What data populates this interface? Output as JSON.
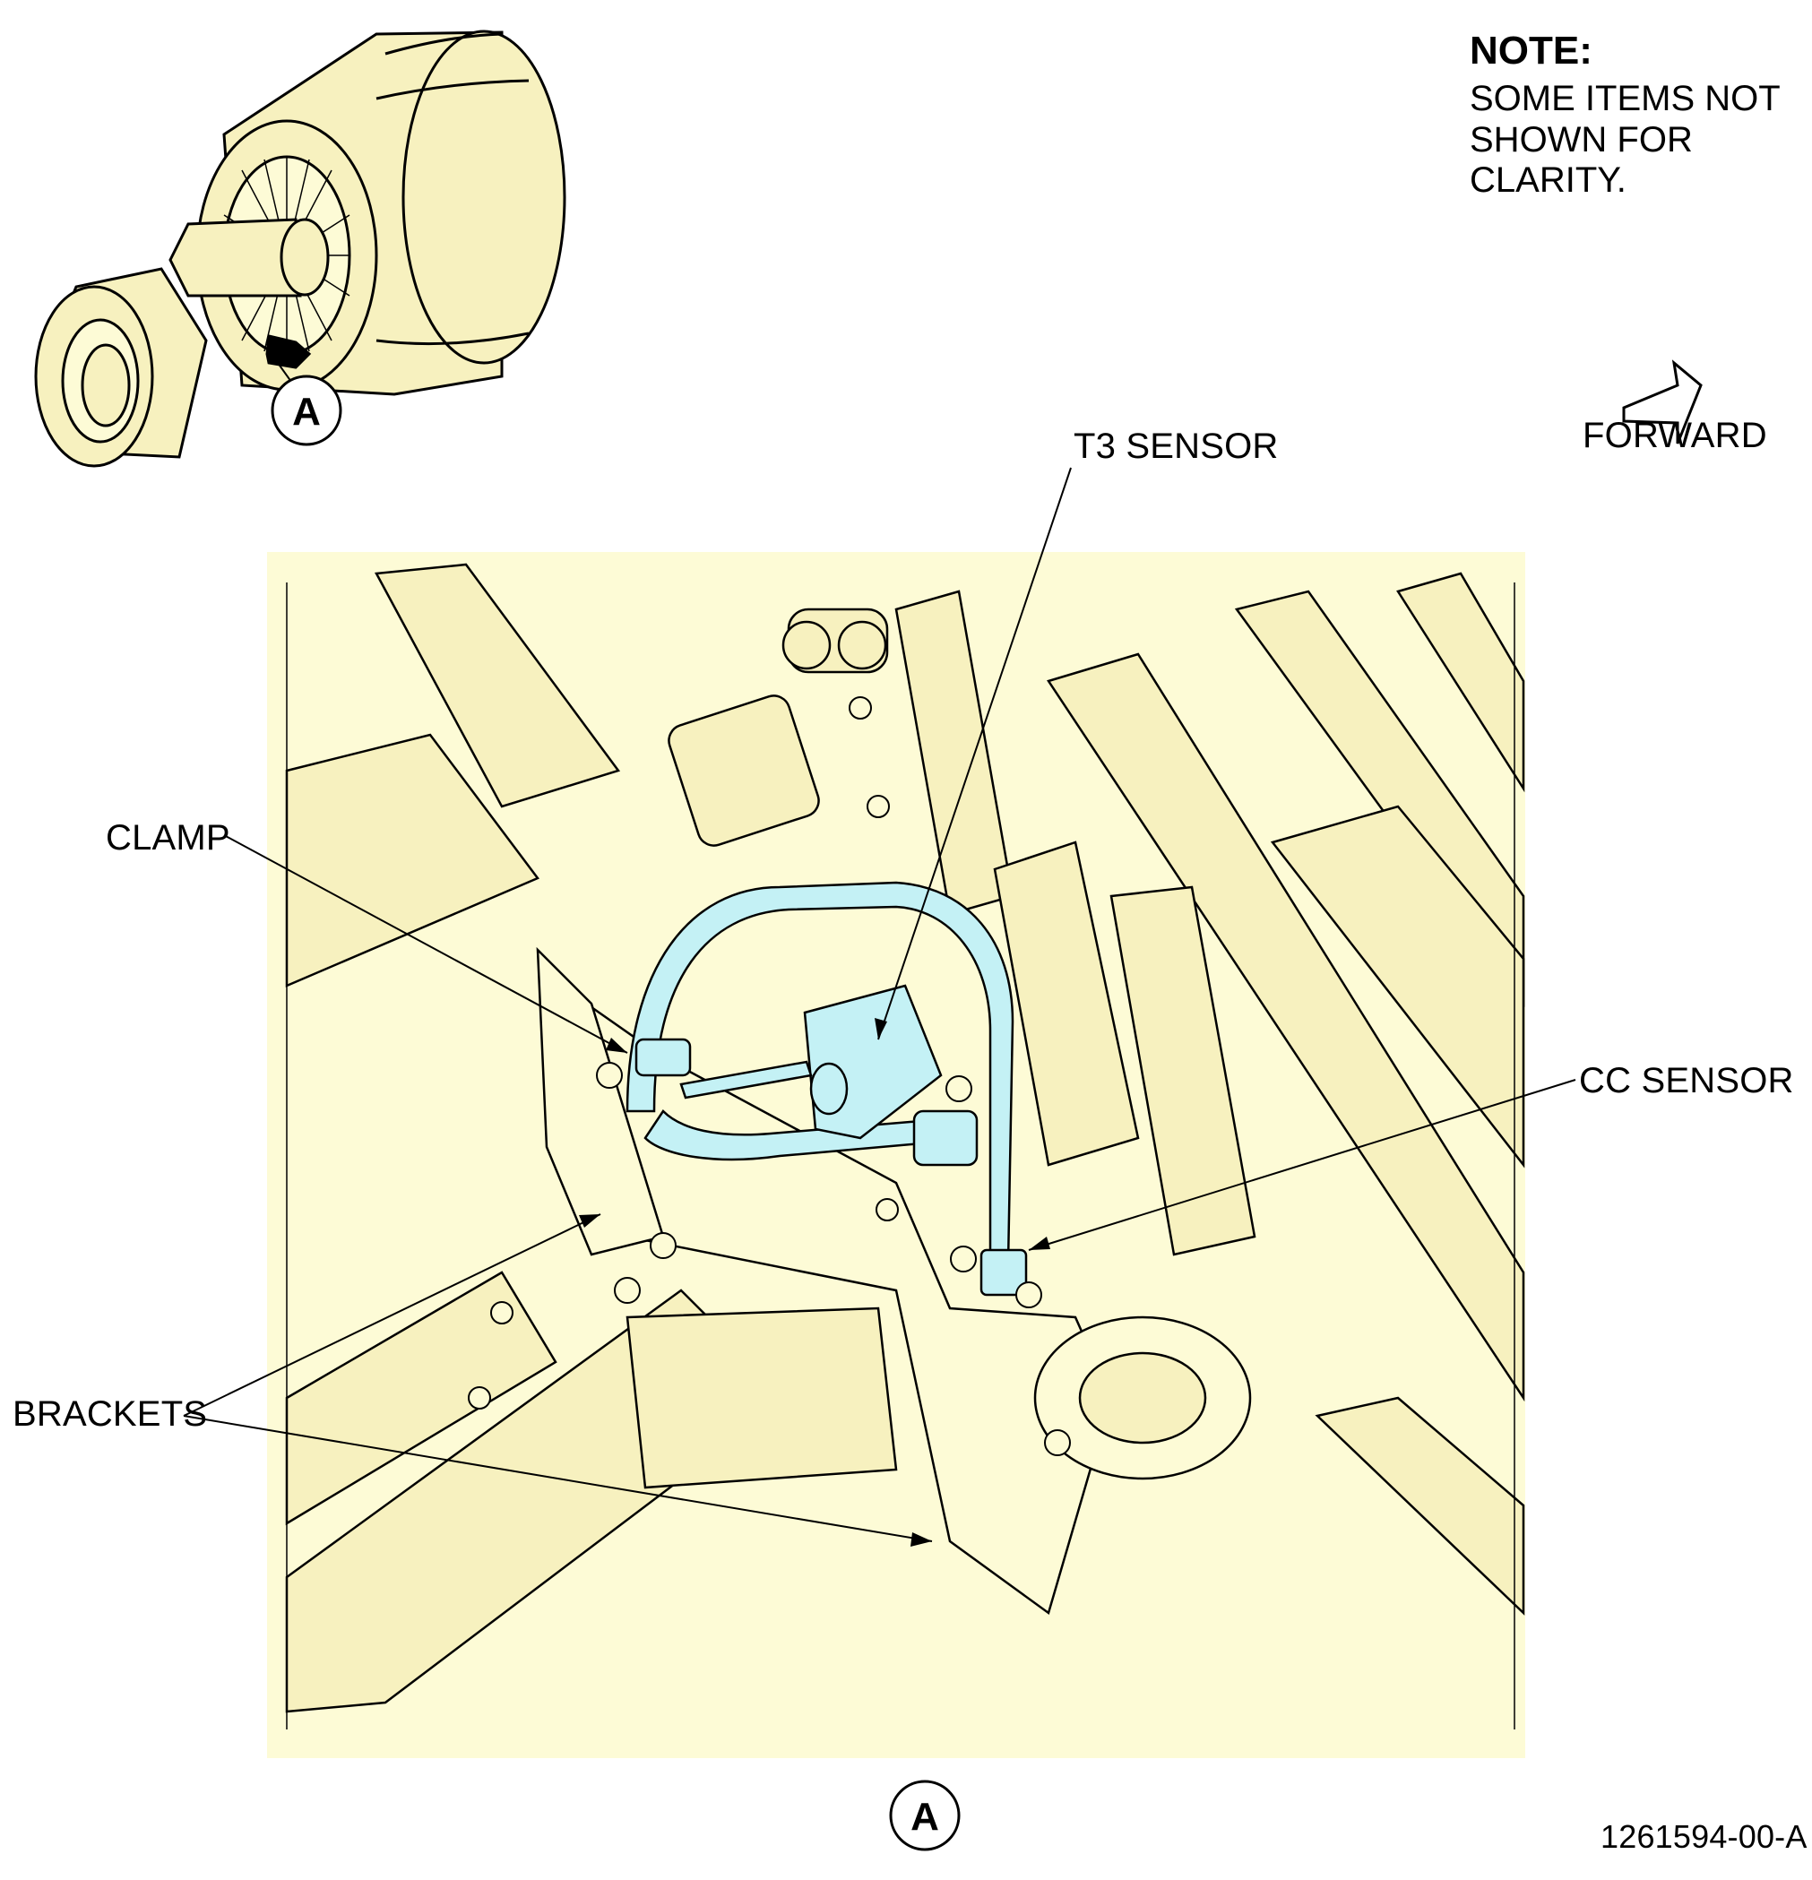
{
  "note": {
    "title": "NOTE:",
    "lines": [
      "SOME ITEMS NOT",
      "SHOWN FOR CLARITY."
    ]
  },
  "direction": {
    "label": "FORWARD",
    "icon": "forward-arrow-icon"
  },
  "view": {
    "callout_letter": "A"
  },
  "labels": {
    "t3_sensor": "T3 SENSOR",
    "clamp": "CLAMP",
    "cc_sensor": "CC SENSOR",
    "brackets": "BRACKETS"
  },
  "figure_id": "1261594-00-A",
  "colors": {
    "background": "#ffffff",
    "detail_fill": "#fdfbd6",
    "engine_fill": "#f7f1bf",
    "highlight_cyan": "#c4f1f5",
    "line": "#000000"
  }
}
